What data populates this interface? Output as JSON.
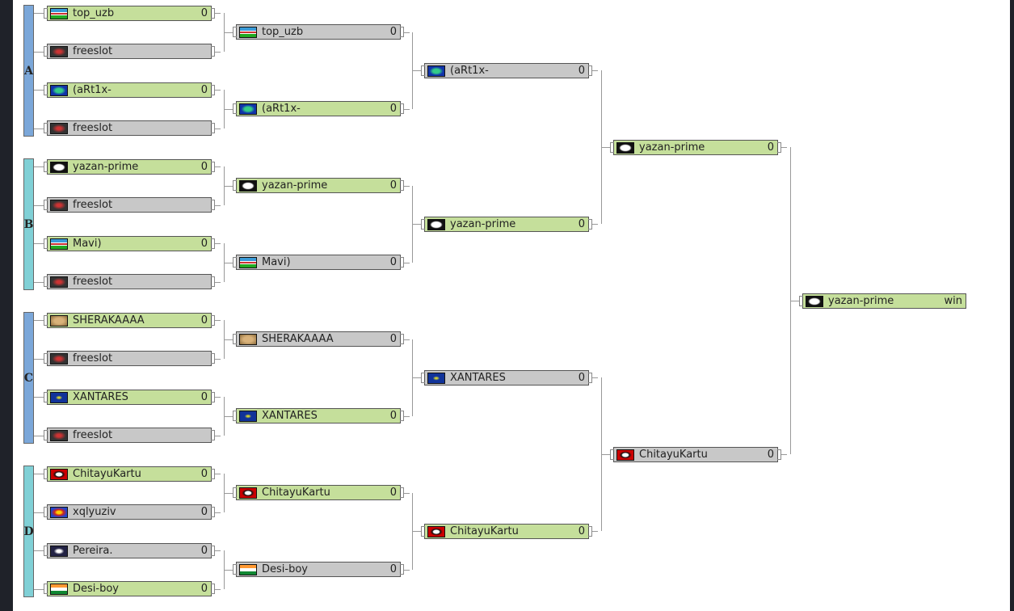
{
  "groups": [
    {
      "label": "A",
      "color": "#7ba7d9"
    },
    {
      "label": "B",
      "color": "#80d0d6"
    },
    {
      "label": "C",
      "color": "#7ba7d9"
    },
    {
      "label": "D",
      "color": "#80d0d6"
    }
  ],
  "colors": {
    "winner": "#c5df9b",
    "loser": "#c8c8c8"
  },
  "rounds": [
    [
      {
        "name": "top_uzb",
        "score": "0",
        "flag": "uzbekistan-flag-icon",
        "w": 1
      },
      {
        "name": "freeslot",
        "score": "",
        "flag": "freeslot-x-icon",
        "w": 0
      },
      {
        "name": "(aRt1x-",
        "score": "0",
        "flag": "globe-icon",
        "w": 1
      },
      {
        "name": "freeslot",
        "score": "",
        "flag": "freeslot-x-icon",
        "w": 0
      },
      {
        "name": "yazan-prime",
        "score": "0",
        "flag": "face-icon",
        "w": 1
      },
      {
        "name": "freeslot",
        "score": "",
        "flag": "freeslot-x-icon",
        "w": 0
      },
      {
        "name": "Mavi)",
        "score": "0",
        "flag": "uzbekistan-flag-icon",
        "w": 1
      },
      {
        "name": "freeslot",
        "score": "",
        "flag": "freeslot-x-icon",
        "w": 0
      },
      {
        "name": "SHERAKAAAA",
        "score": "0",
        "flag": "animal-icon",
        "w": 1
      },
      {
        "name": "freeslot",
        "score": "",
        "flag": "freeslot-x-icon",
        "w": 0
      },
      {
        "name": "XANTARES",
        "score": "0",
        "flag": "eu-flag-icon",
        "w": 1
      },
      {
        "name": "freeslot",
        "score": "",
        "flag": "freeslot-x-icon",
        "w": 0
      },
      {
        "name": "ChitayuKartu",
        "score": "0",
        "flag": "anarchy-flag-icon",
        "w": 1
      },
      {
        "name": "xqlyuziv",
        "score": "0",
        "flag": "superman-icon",
        "w": 0
      },
      {
        "name": "Pereira.",
        "score": "0",
        "flag": "star-flag-icon",
        "w": 0
      },
      {
        "name": "Desi-boy",
        "score": "0",
        "flag": "india-flag-icon",
        "w": 1
      }
    ],
    [
      {
        "name": "top_uzb",
        "score": "0",
        "flag": "uzbekistan-flag-icon",
        "w": 0
      },
      {
        "name": "(aRt1x-",
        "score": "0",
        "flag": "globe-icon",
        "w": 1
      },
      {
        "name": "yazan-prime",
        "score": "0",
        "flag": "face-icon",
        "w": 1
      },
      {
        "name": "Mavi)",
        "score": "0",
        "flag": "uzbekistan-flag-icon",
        "w": 0
      },
      {
        "name": "SHERAKAAAA",
        "score": "0",
        "flag": "animal-icon",
        "w": 0
      },
      {
        "name": "XANTARES",
        "score": "0",
        "flag": "eu-flag-icon",
        "w": 1
      },
      {
        "name": "ChitayuKartu",
        "score": "0",
        "flag": "anarchy-flag-icon",
        "w": 1
      },
      {
        "name": "Desi-boy",
        "score": "0",
        "flag": "india-flag-icon",
        "w": 0
      }
    ],
    [
      {
        "name": "(aRt1x-",
        "score": "0",
        "flag": "globe-icon",
        "w": 0
      },
      {
        "name": "yazan-prime",
        "score": "0",
        "flag": "face-icon",
        "w": 1
      },
      {
        "name": "XANTARES",
        "score": "0",
        "flag": "eu-flag-icon",
        "w": 0
      },
      {
        "name": "ChitayuKartu",
        "score": "0",
        "flag": "anarchy-flag-icon",
        "w": 1
      }
    ],
    [
      {
        "name": "yazan-prime",
        "score": "0",
        "flag": "face-icon",
        "w": 1
      },
      {
        "name": "ChitayuKartu",
        "score": "0",
        "flag": "anarchy-flag-icon",
        "w": 0
      }
    ],
    [
      {
        "name": "yazan-prime",
        "score": "win",
        "flag": "face-icon",
        "w": 1
      }
    ]
  ]
}
